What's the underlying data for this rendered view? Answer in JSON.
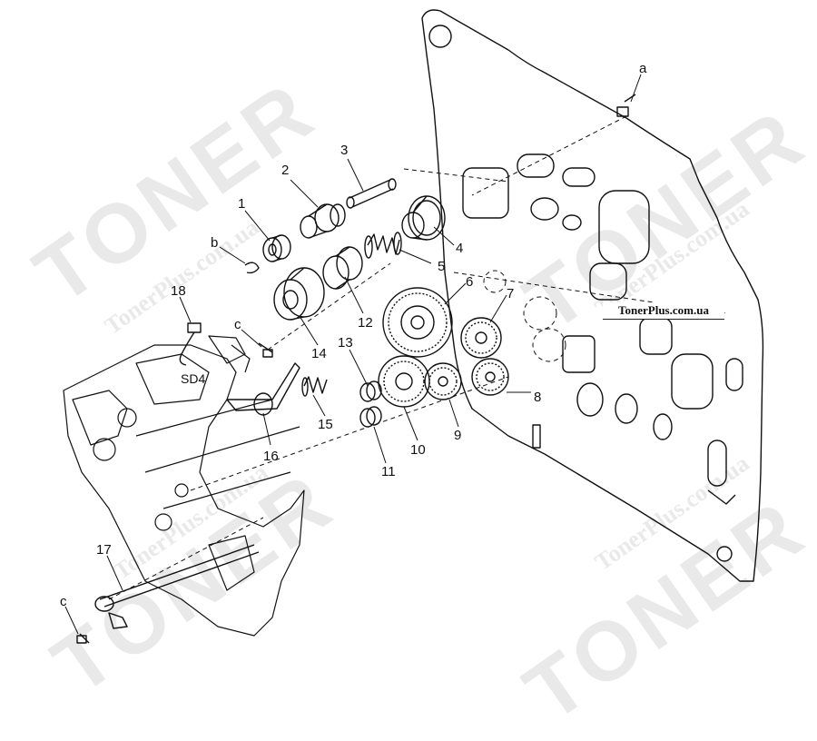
{
  "watermark": {
    "brand": "TONER",
    "site": "TonerPlus.com.ua"
  },
  "diagram": {
    "url_label": "TonerPlus.com.ua",
    "part_callouts": [
      "1",
      "2",
      "3",
      "4",
      "5",
      "6",
      "7",
      "8",
      "9",
      "10",
      "11",
      "12",
      "13",
      "14",
      "15",
      "16",
      "17",
      "18"
    ],
    "letter_callouts": [
      "a",
      "b",
      "c",
      "c"
    ],
    "connector_label": "SD4"
  }
}
